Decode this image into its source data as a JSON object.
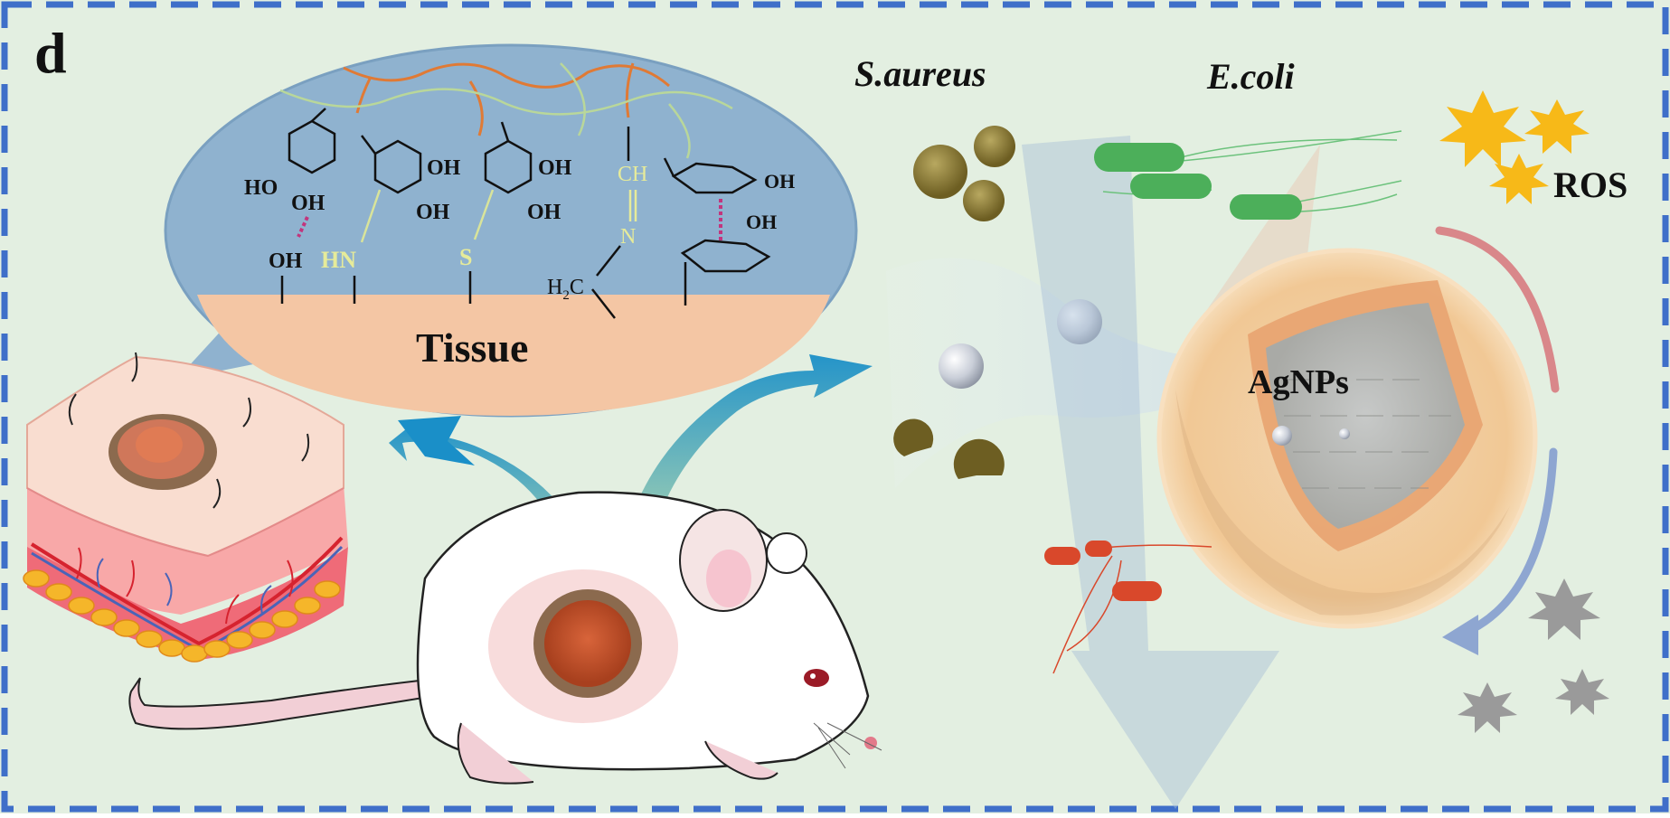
{
  "panel_label": "d",
  "tissue_label": "Tissue",
  "bacteria": {
    "s_aureus": "S.aureus",
    "e_coli": "E.coli"
  },
  "nanoparticle_label": "AgNPs",
  "ros_label": "ROS",
  "chemistry": {
    "catechol1_ho": "HO",
    "catechol1_oh": "OH",
    "tissue_oh": "OH",
    "amine": "HN",
    "catechol2_oh_top": "OH",
    "catechol2_oh_bottom": "OH",
    "thiol": "S",
    "catechol3_oh_top": "OH",
    "catechol3_oh_bottom": "OH",
    "imine_ch": "CH",
    "imine_n": "N",
    "methylene": "H",
    "methylene_sub": "2",
    "methylene_c": "C",
    "catechol4_oh_top": "OH",
    "catechol4_oh_bottom": "OH"
  },
  "colors": {
    "background": "#e3efe1",
    "frame": "#3f6fc9",
    "bubble_blue": "#8fb2cf",
    "tissue_peach": "#f4c6a4",
    "arrow_blue": "#1a8fc8",
    "s_aureus": "#8a7a3a",
    "e_coli": "#4caf5a",
    "bacteria_red": "#d9482b",
    "ros_yellow": "#f7b918",
    "ros_grey": "#9a9a9a",
    "polymer_orange": "#e07a35",
    "polymer_green": "#b9d79a"
  }
}
